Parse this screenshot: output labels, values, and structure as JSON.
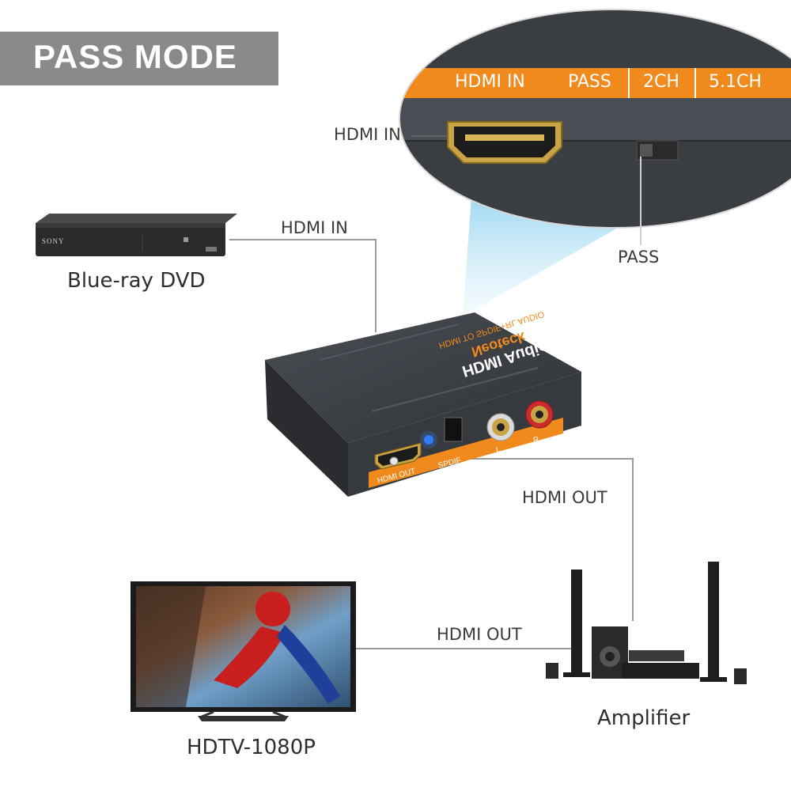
{
  "mode_banner": {
    "title": "PASS MODE"
  },
  "zoom_panel": {
    "strip_labels": [
      "HDMI IN",
      "PASS",
      "2CH",
      "5.1CH"
    ],
    "port_label": "HDMI IN",
    "switch_label": "PASS"
  },
  "devices": {
    "source": {
      "name": "Blue-ray DVD",
      "brand": "SONY"
    },
    "display": {
      "name": "HDTV-1080P"
    },
    "audio": {
      "name": "Amplifier"
    }
  },
  "connections": {
    "input_label": "HDMI IN",
    "amp_link_label": "HDMI OUT",
    "tv_link_label": "HDMI OUT"
  },
  "extractor": {
    "brand": "Neoteck",
    "title": "HDMI Audio Extractor",
    "subtitle": "HDMI TO SPDIF+RL AUDIO",
    "ports": [
      "HDMI OUT",
      "SPDIF",
      "L",
      "R"
    ]
  },
  "colors": {
    "accent_orange": "#f08a1c",
    "device_body": "#3b3e43",
    "banner_gray": "#8a8a8a",
    "connector_line": "#9a9a9a"
  }
}
